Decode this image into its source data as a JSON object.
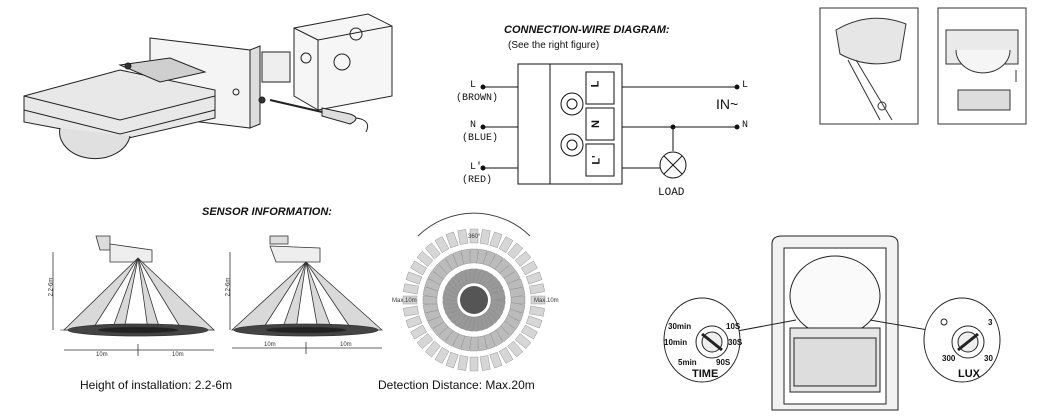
{
  "connection": {
    "title": "CONNECTION-WIRE DIAGRAM:",
    "subtitle": "(See the right figure)",
    "left": [
      {
        "pin": "L",
        "wire": "(BROWN)"
      },
      {
        "pin": "N",
        "wire": "(BLUE)"
      },
      {
        "pin": "L'",
        "wire": "(RED)"
      }
    ],
    "terminals": [
      "L",
      "N",
      "L'"
    ],
    "right": {
      "l": "L",
      "n": "N",
      "in": "IN~"
    },
    "load": "LOAD"
  },
  "sensor": {
    "title": "SENSOR INFORMATION:",
    "height_caption": "Height of installation: 2.2-6m",
    "distance_caption": "Detection Distance: Max.20m",
    "height_scale": "2.2-6m",
    "spans": [
      "10m",
      "10m"
    ],
    "degrees": "360°",
    "max_left": "Max.10m",
    "max_right": "Max.10m"
  },
  "time_dial": {
    "label": "TIME",
    "marks": [
      "30min",
      "10S",
      "10min",
      "30S",
      "5min",
      "90S"
    ]
  },
  "lux_dial": {
    "label": "LUX",
    "marks": [
      "3",
      "300",
      "30"
    ]
  }
}
